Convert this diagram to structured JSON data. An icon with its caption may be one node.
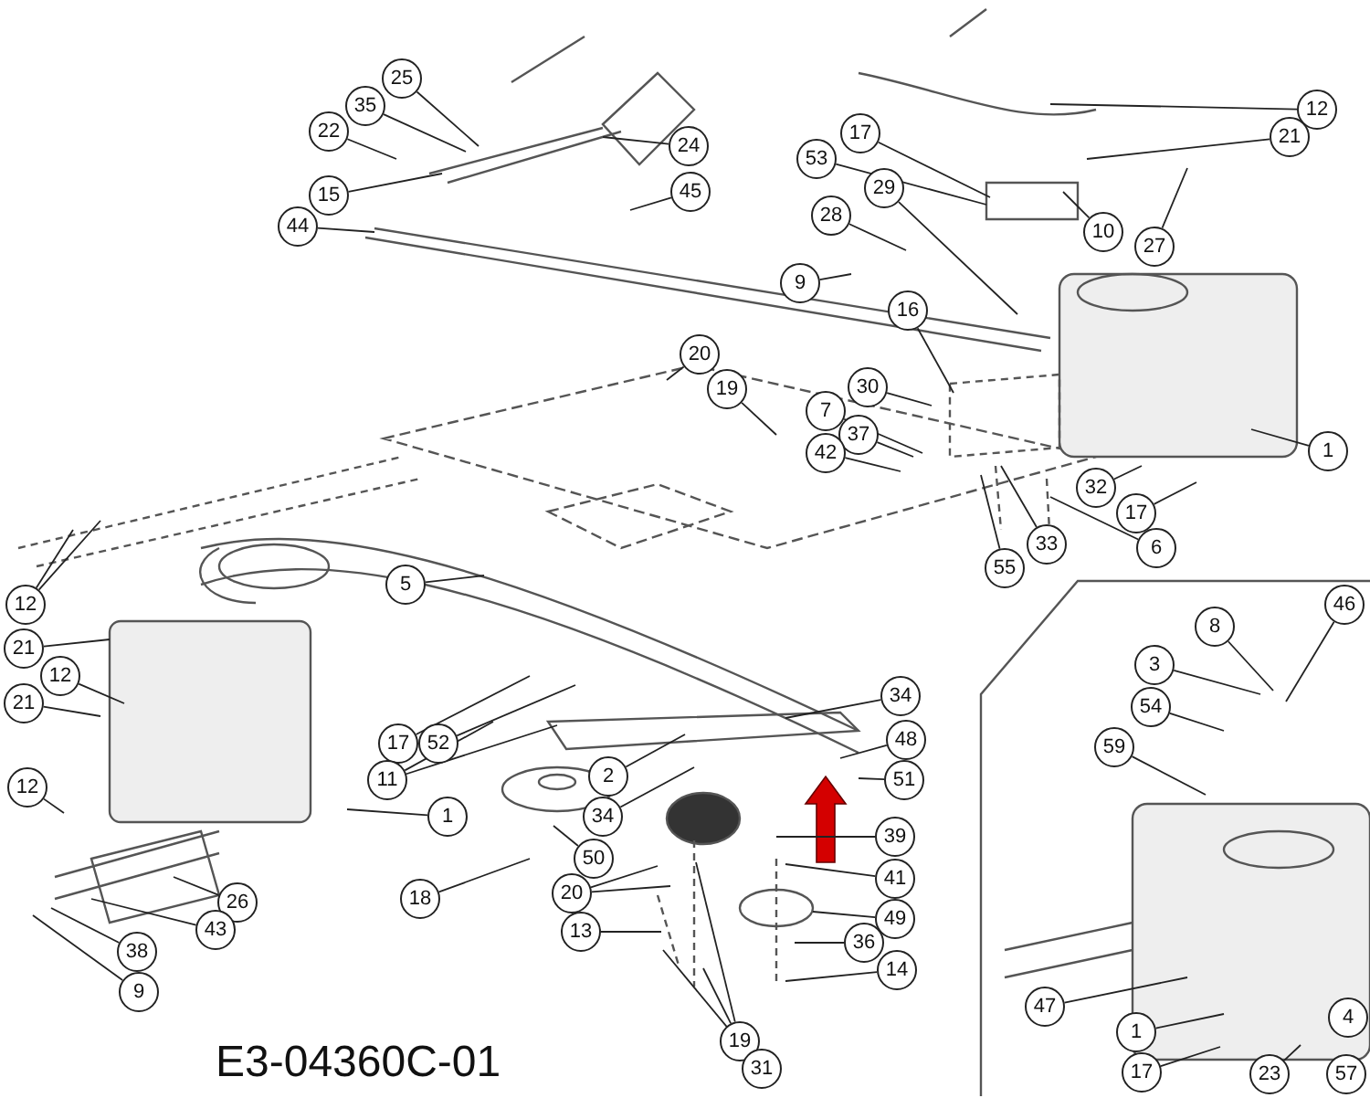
{
  "diagram": {
    "nodes": [
      {
        "text": [
          "25"
        ]
      },
      {
        "text": [
          "35"
        ]
      },
      {
        "text": [
          "22"
        ]
      },
      {
        "text": [
          "24"
        ]
      },
      {
        "text": [
          "15"
        ]
      },
      {
        "text": [
          "45"
        ]
      },
      {
        "text": [
          "44"
        ]
      },
      {
        "text": [
          "12"
        ]
      },
      {
        "text": [
          "17"
        ]
      },
      {
        "text": [
          "21"
        ]
      },
      {
        "text": [
          "53"
        ]
      },
      {
        "text": [
          "29"
        ]
      },
      {
        "text": [
          "28"
        ]
      },
      {
        "text": [
          "10"
        ]
      },
      {
        "text": [
          "27"
        ]
      },
      {
        "text": [
          "9"
        ]
      },
      {
        "text": [
          "16"
        ]
      },
      {
        "text": [
          "20"
        ]
      },
      {
        "text": [
          "19"
        ]
      },
      {
        "text": [
          "30"
        ]
      },
      {
        "text": [
          "7"
        ]
      },
      {
        "text": [
          "37"
        ]
      },
      {
        "text": [
          "42"
        ]
      },
      {
        "text": [
          "1"
        ]
      },
      {
        "text": [
          "32"
        ]
      },
      {
        "text": [
          "17"
        ]
      },
      {
        "text": [
          "33"
        ]
      },
      {
        "text": [
          "6"
        ]
      },
      {
        "text": [
          "55"
        ]
      },
      {
        "text": [
          "5"
        ]
      },
      {
        "text": [
          "12"
        ]
      },
      {
        "text": [
          "21"
        ]
      },
      {
        "text": [
          "12"
        ]
      },
      {
        "text": [
          "21"
        ]
      },
      {
        "text": [
          "34"
        ]
      },
      {
        "text": [
          "48"
        ]
      },
      {
        "text": [
          "17"
        ]
      },
      {
        "text": [
          "52"
        ]
      },
      {
        "text": [
          "2"
        ]
      },
      {
        "text": [
          "51"
        ]
      },
      {
        "text": [
          "11"
        ]
      },
      {
        "text": [
          "12"
        ]
      },
      {
        "text": [
          "1"
        ]
      },
      {
        "text": [
          "34"
        ]
      },
      {
        "text": [
          "39"
        ]
      },
      {
        "text": [
          "50"
        ]
      },
      {
        "text": [
          "41"
        ]
      },
      {
        "text": [
          "20"
        ]
      },
      {
        "text": [
          "18"
        ]
      },
      {
        "text": [
          "26"
        ]
      },
      {
        "text": [
          "49"
        ]
      },
      {
        "text": [
          "43"
        ]
      },
      {
        "text": [
          "13"
        ]
      },
      {
        "text": [
          "36"
        ]
      },
      {
        "text": [
          "38"
        ]
      },
      {
        "text": [
          "14"
        ]
      },
      {
        "text": [
          "9"
        ]
      },
      {
        "text": [
          "19"
        ]
      },
      {
        "text": [
          "31"
        ]
      },
      {
        "text": [
          "8"
        ]
      },
      {
        "text": [
          "46"
        ]
      },
      {
        "text": [
          "3"
        ]
      },
      {
        "text": [
          "54"
        ]
      },
      {
        "text": [
          "59"
        ]
      },
      {
        "text": [
          "47"
        ]
      },
      {
        "text": [
          "1"
        ]
      },
      {
        "text": [
          "4"
        ]
      },
      {
        "text": [
          "17"
        ]
      },
      {
        "text": [
          "23"
        ]
      },
      {
        "text": [
          "57"
        ]
      }
    ],
    "edges": [
      {
        "from": 0,
        "to": null,
        "arrow": "none"
      },
      {
        "from": 1,
        "to": null,
        "arrow": "none"
      },
      {
        "from": 2,
        "to": null,
        "arrow": "none"
      },
      {
        "from": 3,
        "to": null,
        "arrow": "none"
      },
      {
        "from": 4,
        "to": null,
        "arrow": "none"
      },
      {
        "from": 5,
        "to": null,
        "arrow": "none"
      },
      {
        "from": 6,
        "to": null,
        "arrow": "none"
      },
      {
        "from": 7,
        "to": null,
        "arrow": "none"
      },
      {
        "from": 8,
        "to": null,
        "arrow": "none"
      },
      {
        "from": 9,
        "to": null,
        "arrow": "none"
      },
      {
        "from": 10,
        "to": null,
        "arrow": "none"
      },
      {
        "from": 11,
        "to": null,
        "arrow": "none"
      },
      {
        "from": 12,
        "to": null,
        "arrow": "none"
      },
      {
        "from": 13,
        "to": null,
        "arrow": "none"
      },
      {
        "from": 14,
        "to": null,
        "arrow": "none"
      },
      {
        "from": 15,
        "to": null,
        "arrow": "none"
      },
      {
        "from": 16,
        "to": null,
        "arrow": "none"
      },
      {
        "from": 17,
        "to": null,
        "arrow": "none"
      },
      {
        "from": 18,
        "to": null,
        "arrow": "none"
      },
      {
        "from": 19,
        "to": null,
        "arrow": "none"
      },
      {
        "from": 20,
        "to": null,
        "arrow": "none"
      },
      {
        "from": 21,
        "to": null,
        "arrow": "none"
      },
      {
        "from": 22,
        "to": null,
        "arrow": "none"
      },
      {
        "from": 23,
        "to": null,
        "arrow": "none"
      },
      {
        "from": 24,
        "to": null,
        "arrow": "none"
      },
      {
        "from": 25,
        "to": null,
        "arrow": "none"
      },
      {
        "from": 26,
        "to": null,
        "arrow": "none"
      },
      {
        "from": 27,
        "to": null,
        "arrow": "none"
      },
      {
        "from": 28,
        "to": null,
        "arrow": "none"
      },
      {
        "from": 29,
        "to": null,
        "arrow": "none"
      },
      {
        "from": 30,
        "to": null,
        "arrow": "none"
      },
      {
        "from": 30,
        "to": null,
        "arrow": "none"
      },
      {
        "from": 31,
        "to": null,
        "arrow": "none"
      },
      {
        "from": 32,
        "to": null,
        "arrow": "none"
      },
      {
        "from": 33,
        "to": null,
        "arrow": "none"
      },
      {
        "from": 34,
        "to": null,
        "arrow": "none"
      },
      {
        "from": 35,
        "to": null,
        "arrow": "none"
      },
      {
        "from": 36,
        "to": null,
        "arrow": "none"
      },
      {
        "from": 37,
        "to": null,
        "arrow": "none"
      },
      {
        "from": 38,
        "to": null,
        "arrow": "none"
      },
      {
        "from": 39,
        "to": null,
        "arrow": "none"
      },
      {
        "from": 40,
        "to": null,
        "arrow": "none"
      },
      {
        "from": 40,
        "to": null,
        "arrow": "none"
      },
      {
        "from": 41,
        "to": null,
        "arrow": "none"
      },
      {
        "from": 42,
        "to": null,
        "arrow": "none"
      },
      {
        "from": 43,
        "to": null,
        "arrow": "none"
      },
      {
        "from": 44,
        "to": null,
        "arrow": "none"
      },
      {
        "from": 45,
        "to": null,
        "arrow": "none"
      },
      {
        "from": 46,
        "to": null,
        "arrow": "none"
      },
      {
        "from": 47,
        "to": null,
        "arrow": "none"
      },
      {
        "from": 47,
        "to": null,
        "arrow": "none"
      },
      {
        "from": 48,
        "to": null,
        "arrow": "none"
      },
      {
        "from": 49,
        "to": null,
        "arrow": "none"
      },
      {
        "from": 50,
        "to": null,
        "arrow": "none"
      },
      {
        "from": 51,
        "to": null,
        "arrow": "none"
      },
      {
        "from": 52,
        "to": null,
        "arrow": "none"
      },
      {
        "from": 53,
        "to": null,
        "arrow": "none"
      },
      {
        "from": 54,
        "to": null,
        "arrow": "none"
      },
      {
        "from": 55,
        "to": null,
        "arrow": "none"
      },
      {
        "from": 56,
        "to": null,
        "arrow": "none"
      },
      {
        "from": 57,
        "to": null,
        "arrow": "none"
      },
      {
        "from": 57,
        "to": null,
        "arrow": "none"
      },
      {
        "from": 58,
        "to": null,
        "arrow": "none"
      },
      {
        "from": 59,
        "to": null,
        "arrow": "none"
      },
      {
        "from": 60,
        "to": null,
        "arrow": "none"
      },
      {
        "from": 61,
        "to": null,
        "arrow": "none"
      },
      {
        "from": 62,
        "to": null,
        "arrow": "none"
      },
      {
        "from": 63,
        "to": null,
        "arrow": "none"
      },
      {
        "from": 64,
        "to": null,
        "arrow": "none"
      },
      {
        "from": 65,
        "to": null,
        "arrow": "none"
      },
      {
        "from": 67,
        "to": null,
        "arrow": "none"
      },
      {
        "from": 68,
        "to": null,
        "arrow": "none"
      }
    ],
    "labels": [
      "E3-04360C-01"
    ]
  }
}
